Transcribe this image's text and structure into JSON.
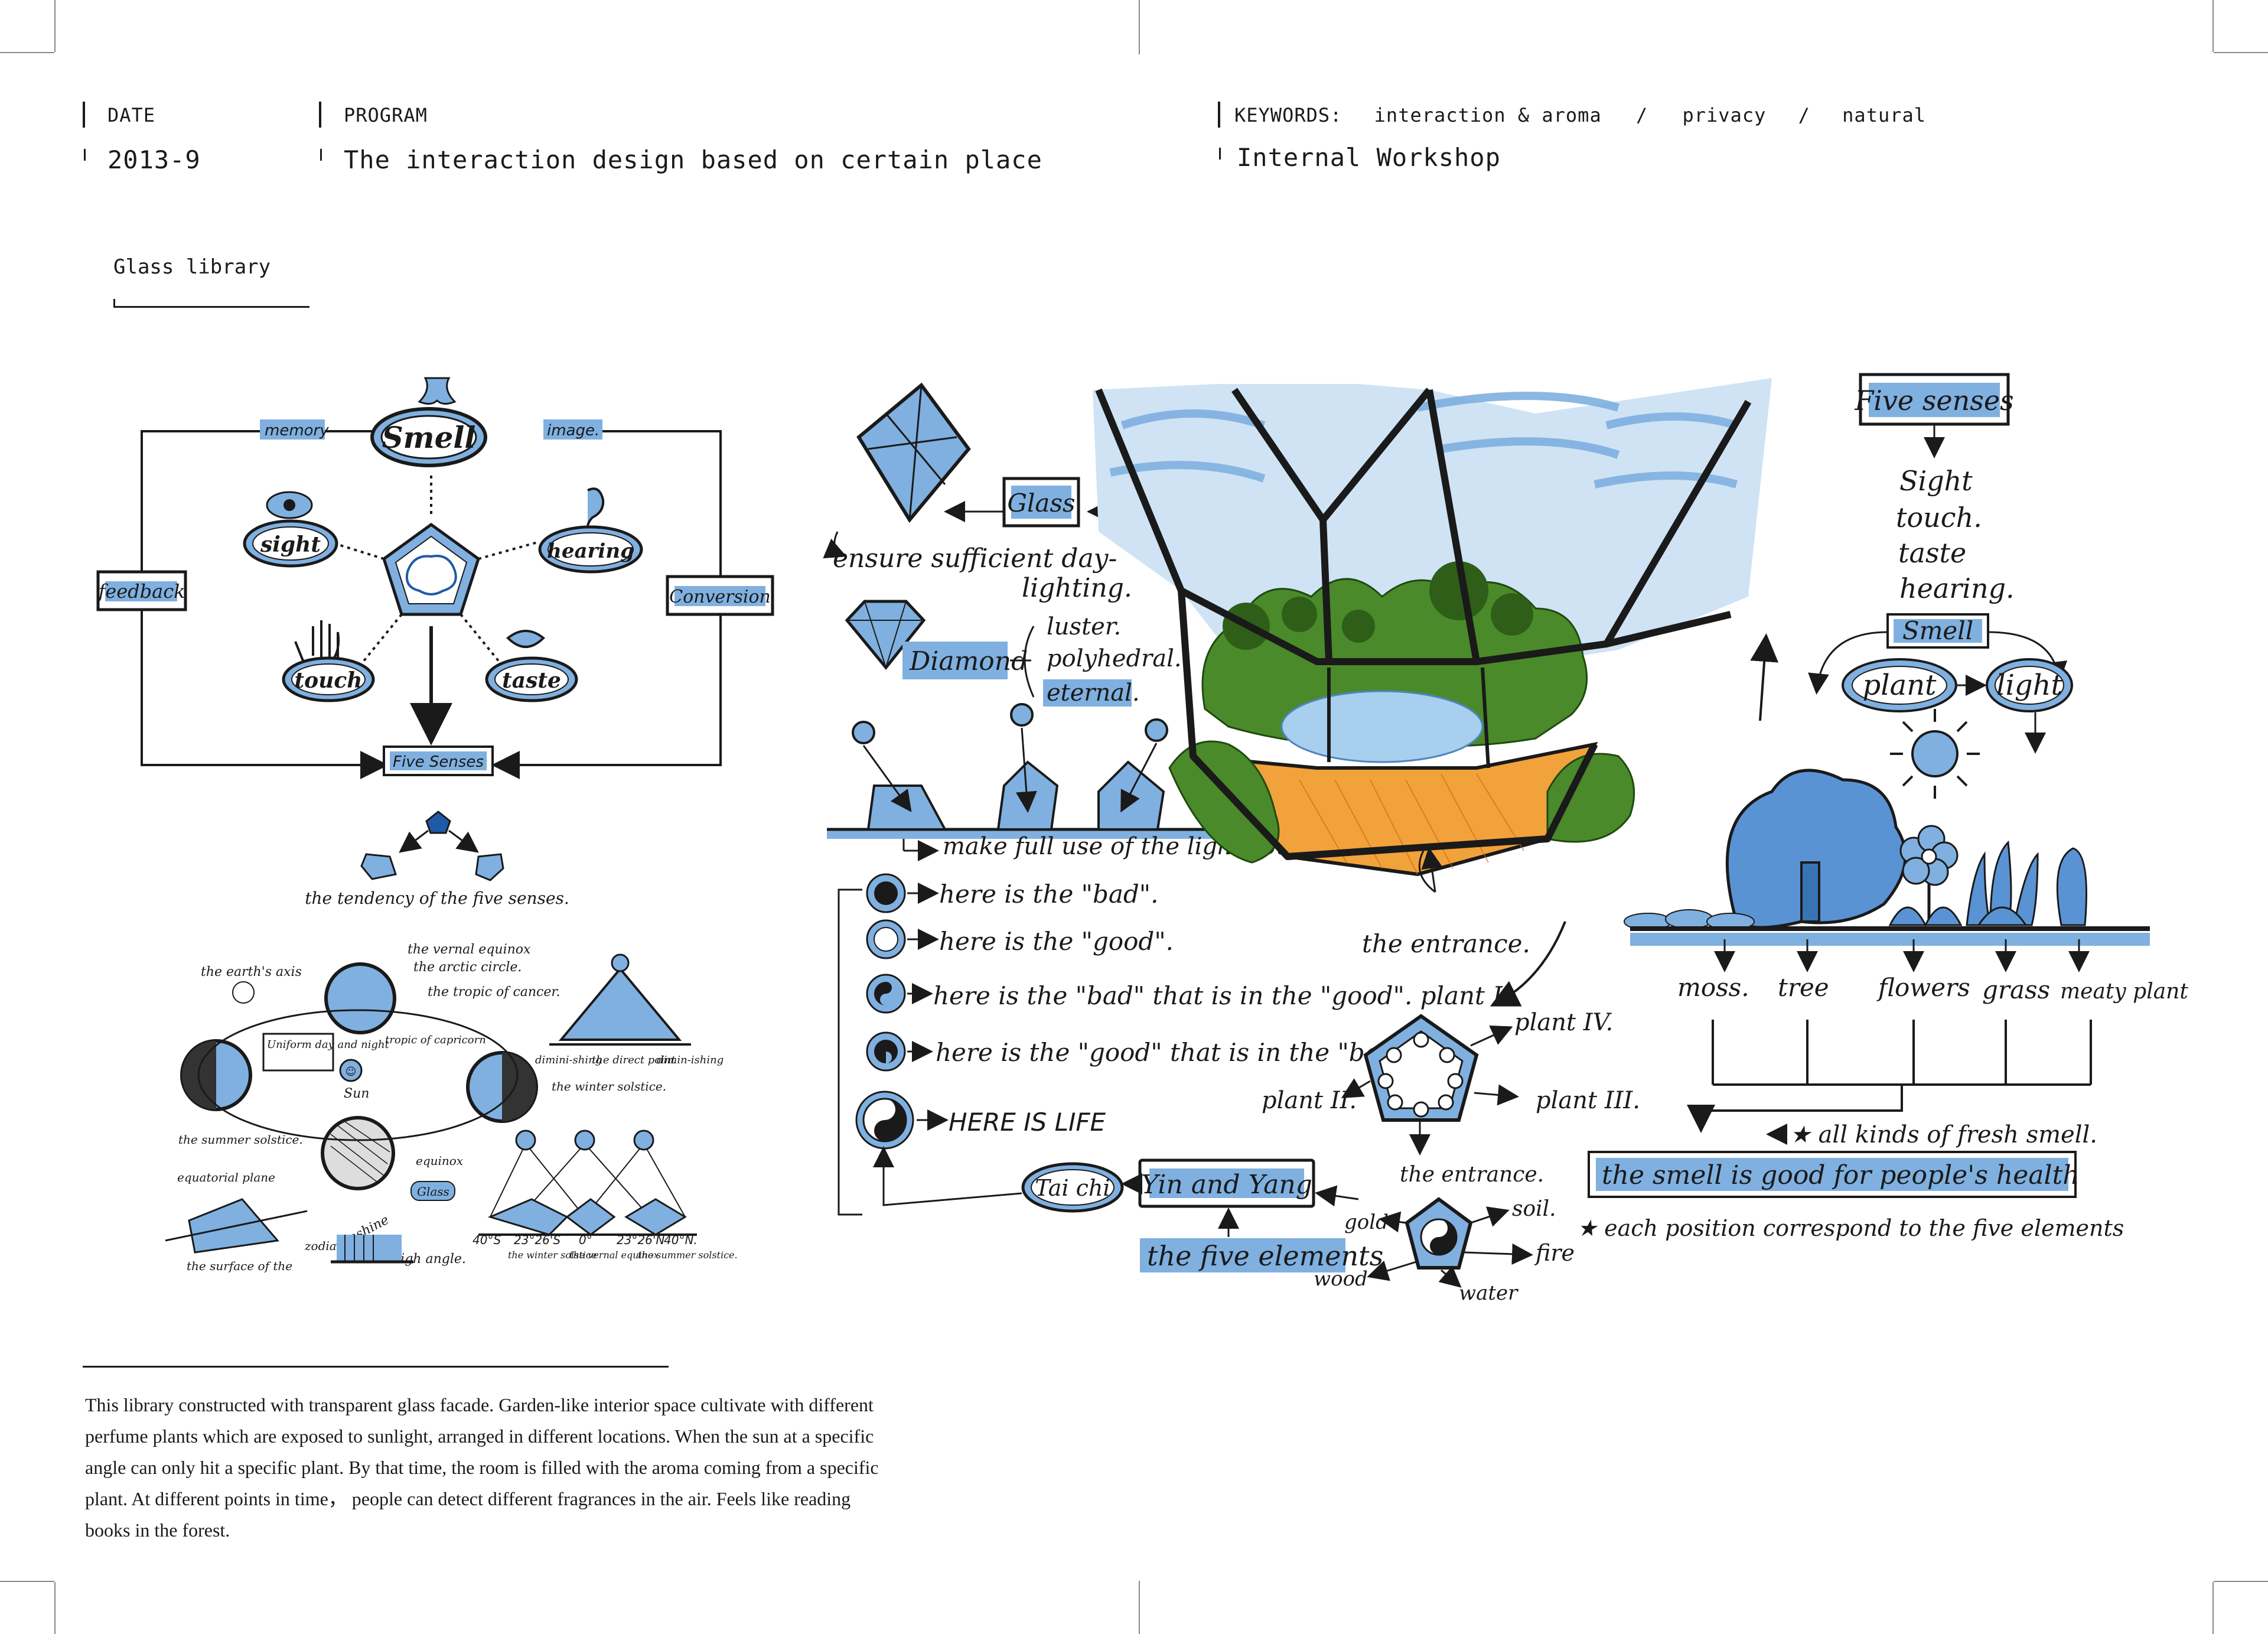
{
  "header": {
    "date_label": "DATE",
    "date_value": "2013-9",
    "program_label": "PROGRAM",
    "program_value": "The interaction design based on certain place",
    "keywords_label": "KEYWORDS:",
    "keywords": [
      "interaction & aroma",
      "privacy",
      "natural"
    ],
    "keywords_sep": "/",
    "workshop": "Internal Workshop"
  },
  "section_title": "Glass library",
  "senses_diagram": {
    "center": "Smell",
    "left_tag": "memory",
    "right_tag": "image.",
    "senses": [
      "sight",
      "hearing",
      "touch",
      "taste"
    ],
    "feedback": "feedback",
    "conversion": "Conversion",
    "bottom": "Five Senses",
    "caption": "the tendency of the five senses."
  },
  "sun_diagram": {
    "labels": [
      "the earth's axis",
      "the vernal equinox",
      "the arctic circle.",
      "the tropic of cancer.",
      "Uniform day and night",
      "tropic of capricorn",
      "Sun",
      "the summer solstice.",
      "equatorial plane",
      "zodiac",
      "the surface of the",
      "sunshine",
      "high angle.",
      "equinox",
      "Glass",
      "dimini-shing",
      "the direct point",
      "dimin-ishing",
      "the winter solstice."
    ],
    "angles": [
      "40°S",
      "23°26'S",
      "0°",
      "23°26'N",
      "40°N."
    ],
    "angle_subs": [
      "the winter solstice",
      "the vernal equinox",
      "the summer solstice."
    ]
  },
  "glass_notes": {
    "glass": "Glass",
    "ensure_1": "ensure sufficient day-",
    "ensure_2": "lighting.",
    "diamond": "Diamond",
    "props": [
      "luster.",
      "polyhedral.",
      "eternal."
    ],
    "light_source": "make full use of the light source.",
    "entrance": "the entrance."
  },
  "yinyang_list": [
    "here is the \"bad\".",
    "here is the \"good\".",
    "here is the \"bad\" that is in the \"good\". plant I.",
    "here is the \"good\" that is in the \"bad\".",
    "HERE IS LIFE"
  ],
  "plants_diagram": {
    "plants": [
      "plant IV.",
      "plant II.",
      "plant III.",
      "the entrance."
    ],
    "taichi": "Tai chi",
    "yinyang": "Yin and Yang",
    "five_elements": "the five elements",
    "elements": [
      "gold",
      "soil.",
      "fire",
      "water",
      "wood"
    ]
  },
  "five_senses_panel": {
    "title": "Five senses",
    "senses": [
      "Sight",
      "touch.",
      "taste",
      "hearing."
    ],
    "smell": "Smell",
    "plant": "plant",
    "light": "light",
    "categories": [
      "moss.",
      "tree",
      "flowers",
      "grass",
      "meaty plant"
    ],
    "fresh_smell": "all kinds of fresh smell.",
    "health": "the smell is good for people's health",
    "position": "each position correspond to the five elements"
  },
  "description": [
    "This library constructed with transparent glass facade. Garden-like interior space cultivate with different",
    "perfume plants which are exposed to sunlight, arranged in different locations. When the sun at a specific",
    "angle can only hit a specific plant. By that time, the room is filled with the aroma coming from a specific",
    "plant. At different points in time， people can detect different fragrances in the air. Feels like reading",
    "books in the forest."
  ],
  "colors": {
    "blue": "#7fb0e0",
    "dark_blue": "#1f5aa8",
    "green": "#4a8a2a",
    "orange": "#f2a23a",
    "ink": "#1a1a1a"
  }
}
